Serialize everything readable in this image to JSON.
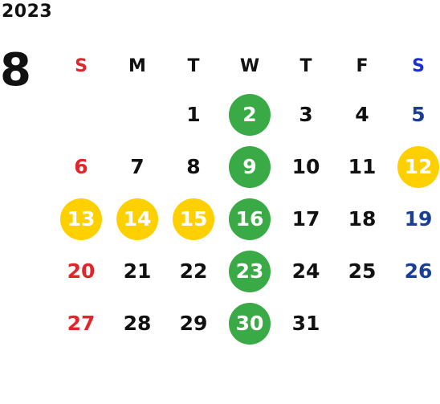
{
  "calendar": {
    "year": "2023",
    "month": "8",
    "weekdays": [
      "S",
      "M",
      "T",
      "W",
      "T",
      "F",
      "S"
    ],
    "weeks": [
      [
        "",
        "",
        "1",
        "2",
        "3",
        "4",
        "5"
      ],
      [
        "6",
        "7",
        "8",
        "9",
        "10",
        "11",
        "12"
      ],
      [
        "13",
        "14",
        "15",
        "16",
        "17",
        "18",
        "19"
      ],
      [
        "20",
        "21",
        "22",
        "23",
        "24",
        "25",
        "26"
      ],
      [
        "27",
        "28",
        "29",
        "30",
        "31",
        "",
        ""
      ]
    ],
    "highlights": {
      "green": [
        "2",
        "9",
        "16",
        "23",
        "30"
      ],
      "yellow": [
        "12",
        "13",
        "14",
        "15"
      ]
    },
    "colors": {
      "sunday": "#e0262b",
      "saturday": "#1a3f94",
      "saturday_header": "#1b2fd6",
      "green_marker": "#3aaa47",
      "yellow_marker": "#ffd000"
    }
  }
}
